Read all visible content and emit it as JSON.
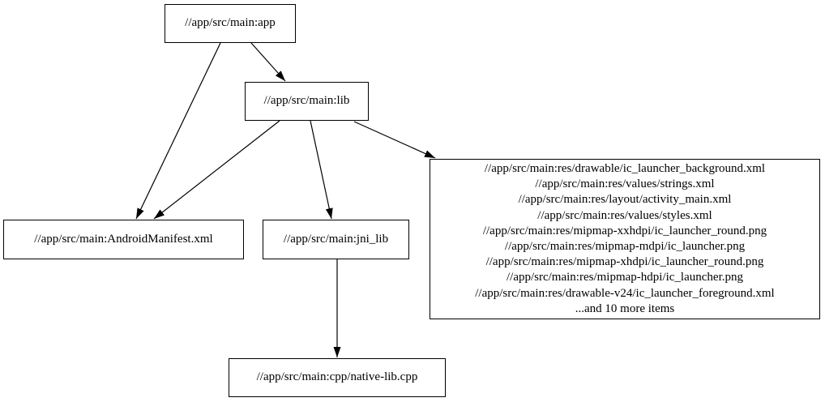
{
  "diagram": {
    "type": "dependency-graph",
    "colors": {
      "background": "#ffffff",
      "node_border": "#000000",
      "text": "#000000",
      "edge": "#000000"
    },
    "nodes": {
      "app": {
        "label": "//app/src/main:app"
      },
      "lib": {
        "label": "//app/src/main:lib"
      },
      "manifest": {
        "label": "//app/src/main:AndroidManifest.xml"
      },
      "jni_lib": {
        "label": "//app/src/main:jni_lib"
      },
      "resources": {
        "lines": [
          "//app/src/main:res/drawable/ic_launcher_background.xml",
          "//app/src/main:res/values/strings.xml",
          "//app/src/main:res/layout/activity_main.xml",
          "//app/src/main:res/values/styles.xml",
          "//app/src/main:res/mipmap-xxhdpi/ic_launcher_round.png",
          "//app/src/main:res/mipmap-mdpi/ic_launcher.png",
          "//app/src/main:res/mipmap-xhdpi/ic_launcher_round.png",
          "//app/src/main:res/mipmap-hdpi/ic_launcher.png",
          "//app/src/main:res/drawable-v24/ic_launcher_foreground.xml",
          "...and 10 more items"
        ]
      },
      "native_lib": {
        "label": "//app/src/main:cpp/native-lib.cpp"
      }
    },
    "edges": [
      {
        "from": "app",
        "to": "lib"
      },
      {
        "from": "app",
        "to": "manifest"
      },
      {
        "from": "lib",
        "to": "manifest"
      },
      {
        "from": "lib",
        "to": "jni_lib"
      },
      {
        "from": "lib",
        "to": "resources"
      },
      {
        "from": "jni_lib",
        "to": "native_lib"
      }
    ]
  }
}
